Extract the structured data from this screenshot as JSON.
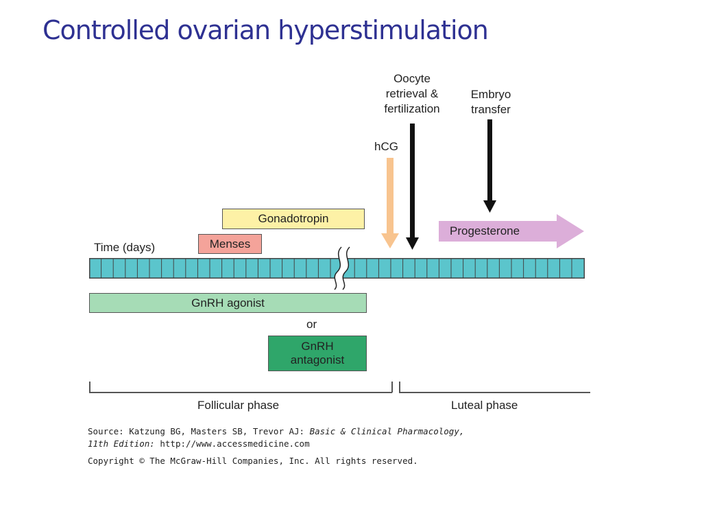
{
  "title": "Controlled ovarian hyperstimulation",
  "labels": {
    "time_axis": "Time (days)",
    "oocyte_line1": "Oocyte",
    "oocyte_line2": "retrieval &",
    "oocyte_line3": "fertilization",
    "embryo_line1": "Embryo",
    "embryo_line2": "transfer",
    "hcg": "hCG",
    "or": "or",
    "follicular": "Follicular phase",
    "luteal": "Luteal phase"
  },
  "boxes": {
    "gonadotropin": "Gonadotropin",
    "menses": "Menses",
    "progesterone": "Progesterone",
    "gnrh_agonist": "GnRH agonist",
    "gnrh_antagonist_line1": "GnRH",
    "gnrh_antagonist_line2": "antagonist"
  },
  "colors": {
    "title": "#2e3192",
    "timeline": "#5bc5cc",
    "gonadotropin": "#fdf1a6",
    "menses": "#f4a39a",
    "progesterone": "#dcaed9",
    "gnrh_agonist": "#a6dcb6",
    "gnrh_antagonist": "#2fa66a",
    "hcg_arrow": "#f8c48f"
  },
  "source": {
    "prefix": "Source: Katzung BG, Masters SB, Trevor AJ: ",
    "book": "Basic & Clinical Pharmacology,",
    "edition": "11th Edition:",
    "url": " http://www.accessmedicine.com",
    "copyright": "Copyright © The McGraw-Hill Companies, Inc. All rights reserved."
  }
}
